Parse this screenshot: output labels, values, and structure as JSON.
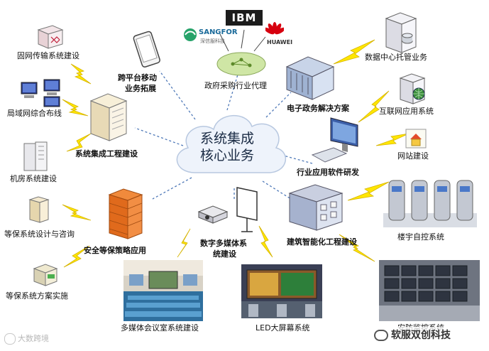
{
  "core": {
    "line1": "系统集成",
    "line2": "核心业务"
  },
  "nodes": {
    "fixed_net": "固网传输系统建设",
    "cross_platform_l1": "跨平台移动",
    "cross_platform_l2": "业务拓展",
    "gov_purchase": "政府采购行业代理",
    "datacenter": "数据中心托管业务",
    "lan": "局域网综合布线",
    "egov": "电子政务解决方案",
    "internet_app": "互联网应用系统",
    "sys_integration": "系统集成工程建设",
    "website": "网站建设",
    "machine_room": "机房系统建设",
    "industry_sw": "行业应用软件研发",
    "level_design": "等保系统设计与咨询",
    "security_app": "安全等保策略应用",
    "digital_media_l1": "数字多媒体系",
    "digital_media_l2": "统建设",
    "smart_building": "建筑智能化工程建设",
    "building_ctrl": "楼宇自控系统",
    "level_impl": "等保系统方案实施",
    "meeting_room": "多媒体会议室系统建设",
    "led_screen": "LED大屏幕系统",
    "security_sys": "安防监控系统"
  },
  "brands": {
    "sangfor": "SANGFOR",
    "sangfor_sub": "深信服科技",
    "ibm": "IBM",
    "huawei": "HUAWEI"
  },
  "watermarks": {
    "left": "大数跨境",
    "right": "软服双创科技"
  },
  "colors": {
    "dash": "#4f79b8",
    "bolt": "#ffe600",
    "bolt_stroke": "#d6b400",
    "cloud": "#eef3fb"
  }
}
